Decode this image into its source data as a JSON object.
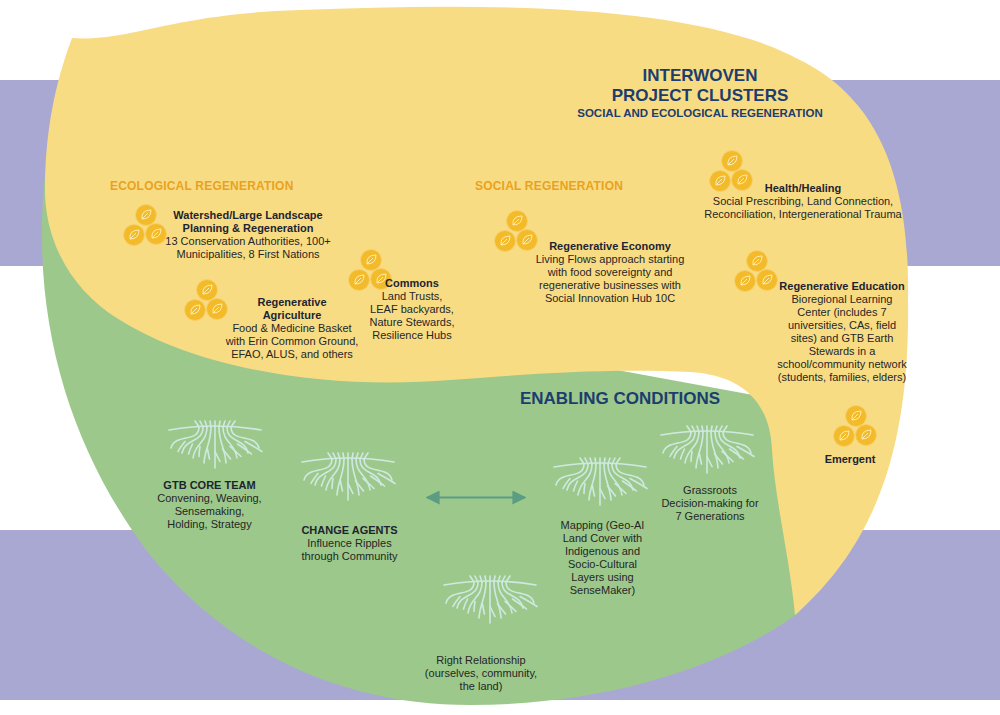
{
  "diagram": {
    "nodes": [
      {
        "text": [
          "INTERWOVEN PROJECT CLUSTERS",
          "SOCIAL AND ECOLOGICAL REGENERATION"
        ]
      },
      {
        "text": [
          "Watershed/Large Landscape Planning & Regeneration",
          "13 Conservation Authorities, 100+ Municipalities, 8 First Nations"
        ],
        "in": 0
      },
      {
        "text": [
          "Regenerative Agriculture",
          "Food & Medicine Basket with Erin Common Ground, EFAO, ALUS, and others"
        ],
        "in": 0
      },
      {
        "text": [
          "Commons",
          "Land Trusts, LEAF backyards, Nature Stewards, Resilience Hubs"
        ],
        "in": 0
      },
      {
        "text": [
          "Regenerative Economy",
          "Living Flows approach starting with food sovereignty and regenerative businesses with Social Innovation Hub 10C"
        ],
        "in": 0
      },
      {
        "text": [
          "Health/Healing",
          "Social Prescribing, Land Connection, Reconciliation, Intergenerational Trauma"
        ],
        "in": 0
      },
      {
        "text": [
          "Regenerative Education",
          "Bioregional Learning Center (includes 7 universities, CAs, field sites) and GTB Earth Stewards in a school/community network (students, families, elders)"
        ],
        "in": 0
      },
      {
        "text": [
          "Emergent"
        ],
        "in": 0
      },
      {
        "text": [
          "ENABLING CONDITIONS"
        ]
      },
      {
        "text": [
          "GTB CORE TEAM",
          "Convening, Weaving, Sensemaking, Holding, Strategy"
        ],
        "in": 8
      },
      {
        "text": [
          "CHANGE AGENTS",
          "Influence Ripples through Community"
        ],
        "in": 8
      },
      {
        "text": [
          "Right Relationship (ourselves, community, the land)"
        ],
        "in": 8
      },
      {
        "text": [
          "Mapping (Geo-AI Land Cover with Indigenous and Socio-Cultural Layers using SenseMaker)"
        ],
        "in": 8
      },
      {
        "text": [
          "Grassroots Decision-making for 7 Generations"
        ],
        "in": 8
      }
    ],
    "edges": [
      {
        "from": 10,
        "to": 12,
        "arrow": "both"
      }
    ],
    "labels": [
      "ECOLOGICAL REGENERATION",
      "SOCIAL REGENERATION"
    ]
  }
}
